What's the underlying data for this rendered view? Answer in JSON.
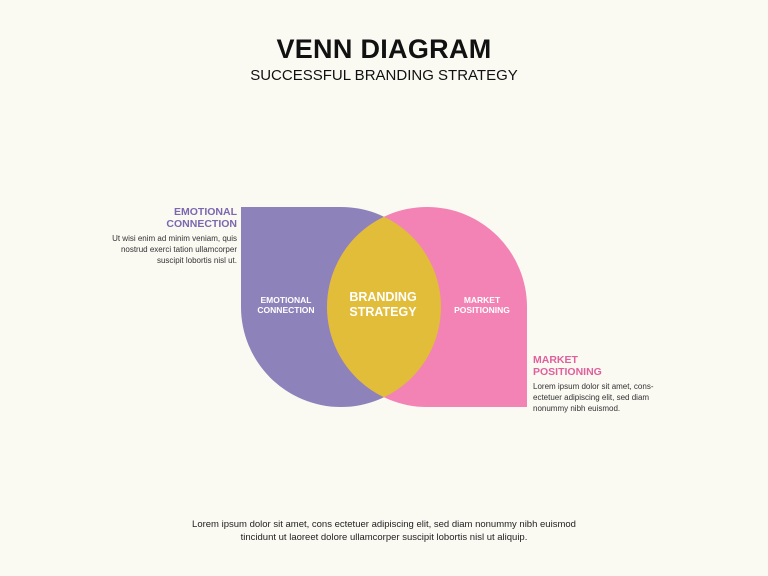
{
  "header": {
    "title": "VENN DIAGRAM",
    "subtitle": "SUCCESSFUL BRANDING STRATEGY"
  },
  "colors": {
    "left": "#8e82bb",
    "right": "#f283b4",
    "overlap": "#e1bd3a",
    "left_heading": "#7b68b0",
    "right_heading": "#e0609c"
  },
  "venn": {
    "left_label": "EMOTIONAL CONNECTION",
    "right_label": "MARKET POSITIONING",
    "center_label": "BRANDING STRATEGY"
  },
  "callouts": {
    "left": {
      "heading": "EMOTIONAL CONNECTION",
      "text": "Ut wisi enim ad minim veniam, quis nostrud exerci tation ullamcorper suscipit lobortis nisl ut."
    },
    "right": {
      "heading": "MARKET POSITIONING",
      "text": "Lorem ipsum dolor sit amet, cons-ectetuer adipiscing elit, sed diam nonummy nibh euismod."
    }
  },
  "footer": "Lorem ipsum dolor sit amet, cons ectetuer adipiscing elit, sed diam nonummy nibh euismod tincidunt ut laoreet dolore ullamcorper suscipit lobortis nisl ut aliquip."
}
